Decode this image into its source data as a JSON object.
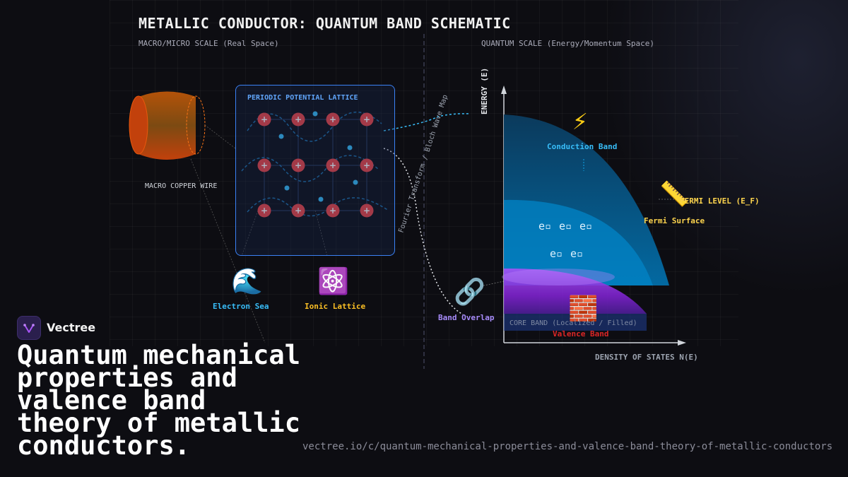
{
  "title": "METALLIC CONDUCTOR: QUANTUM BAND SCHEMATIC",
  "left_scale_label": "MACRO/MICRO SCALE (Real Space)",
  "right_scale_label": "QUANTUM SCALE (Energy/Momentum Space)",
  "wire_label": "MACRO COPPER WIRE",
  "lattice_title": "PERIODIC POTENTIAL LATTICE",
  "ion_symbol": "+",
  "transform_label": "Fourier Transform / Bloch Wave Map",
  "energy_axis_label": "ENERGY (E)",
  "dos_axis_label": "DENSITY OF STATES N(E)",
  "conduction_band_label": "Conduction Band",
  "fermi_level_label": "FERMI LEVEL (E_F)",
  "fermi_surface_label": "Fermi Surface",
  "electron_symbol": "e▫",
  "core_band_label": "CORE BAND (Localized / Filled)",
  "valence_band_label": "Valence Band",
  "electron_sea_label": "Electron Sea",
  "ionic_lattice_label": "Ionic Lattice",
  "band_overlap_label": "Band Overlap",
  "icons": {
    "conduction": "⚡",
    "fermi": "📏",
    "valence": "🧱",
    "electron_sea": "🌊",
    "ionic_lattice": "⚛️",
    "band_overlap": "🔗"
  },
  "brand_name": "Vectree",
  "headline": "Quantum mechanical properties and valence band theory of metallic conductors.",
  "url": "vectree.io/c/quantum-mechanical-properties-and-valence-band-theory-of-metallic-conductors",
  "colors": {
    "ion": "#ef4444",
    "electron": "#38bdf8",
    "lattice_border": "#3b82f6",
    "conduction": "#0ea5e9",
    "fermi": "#fcd34d",
    "valence": "#dc2626",
    "band_overlap": "#a78bfa",
    "ionic_lattice": "#fbbf24"
  }
}
